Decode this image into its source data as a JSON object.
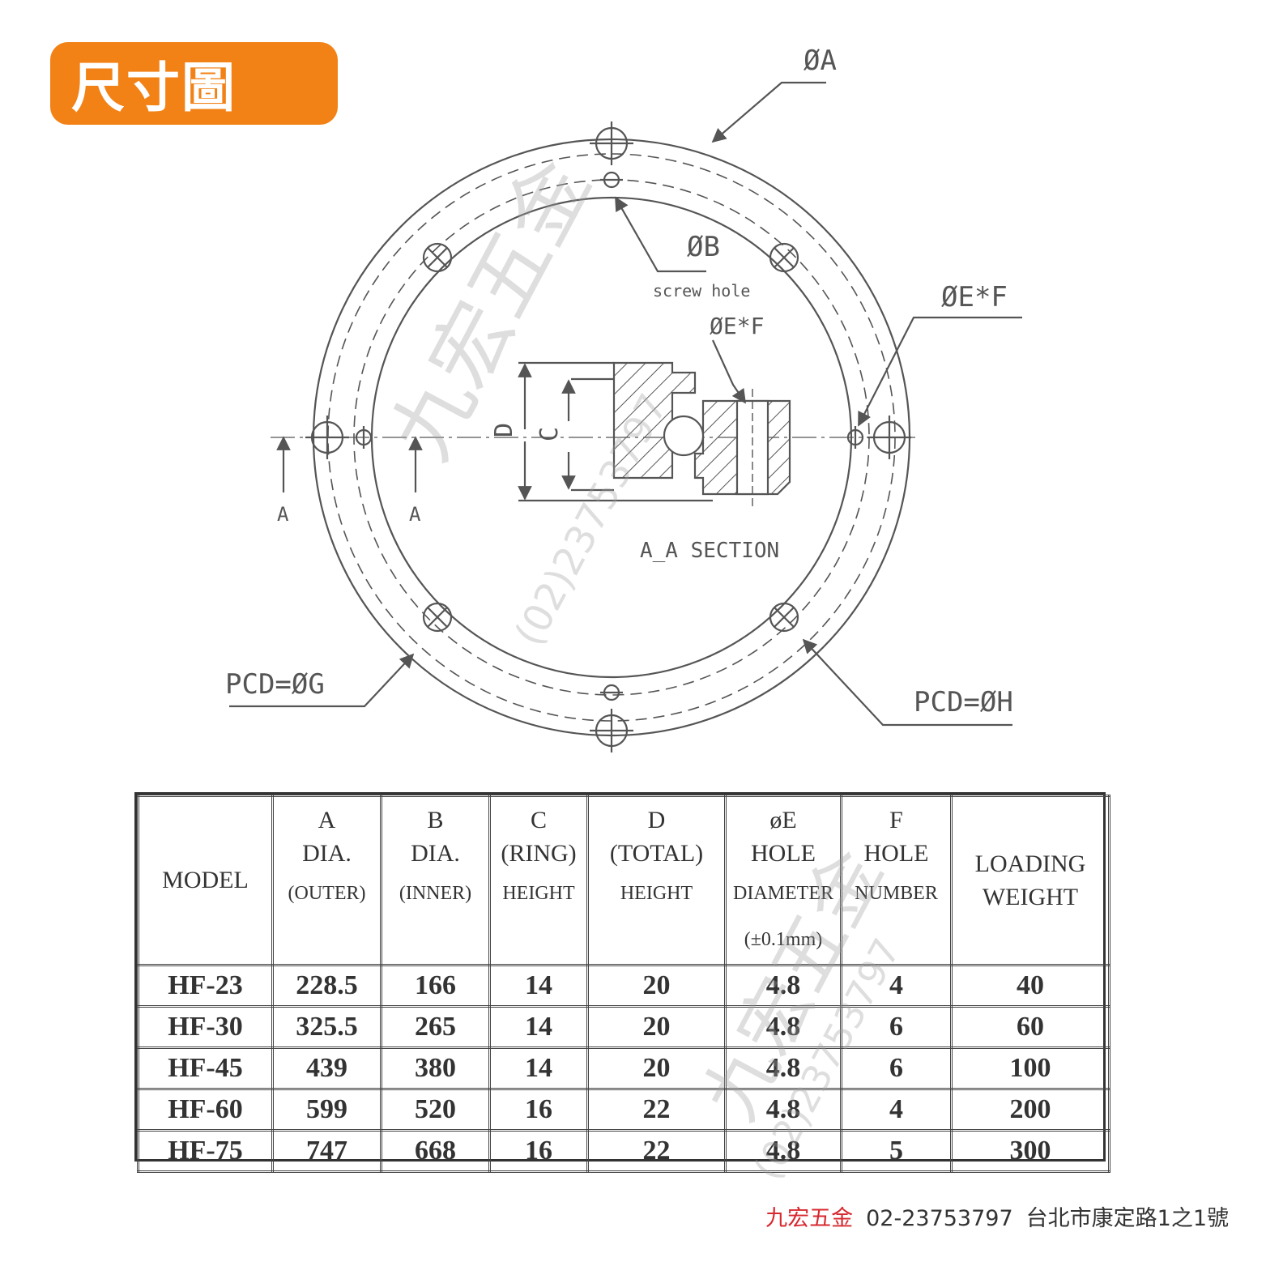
{
  "badge": {
    "title": "尺寸圖"
  },
  "drawing": {
    "label_dia_a": "ØA",
    "label_dia_b": "ØB",
    "label_screw_hole": "screw hole",
    "label_ef_right": "ØE*F",
    "label_ef_section": "ØE*F",
    "label_c": "C",
    "label_d": "D",
    "label_section_left": "A",
    "label_section_right": "A",
    "label_section_title": "A_A SECTION",
    "label_pcd_g": "PCD=ØG",
    "label_pcd_h": "PCD=ØH",
    "line_color": "#555555"
  },
  "table": {
    "headers": [
      {
        "lines": [
          "MODEL"
        ]
      },
      {
        "lines": [
          "A",
          "DIA."
        ],
        "small": [
          "(OUTER)"
        ]
      },
      {
        "lines": [
          "B",
          "DIA."
        ],
        "small": [
          "(INNER)"
        ]
      },
      {
        "lines": [
          "C",
          "(RING)"
        ],
        "small": [
          "HEIGHT"
        ]
      },
      {
        "lines": [
          "D",
          "(TOTAL)"
        ],
        "small": [
          "HEIGHT"
        ]
      },
      {
        "lines": [
          "øE",
          "HOLE"
        ],
        "small": [
          "DIAMETER",
          "(±0.1mm)"
        ]
      },
      {
        "lines": [
          "F",
          "HOLE"
        ],
        "small": [
          "NUMBER"
        ]
      },
      {
        "lines": [
          "LOADING",
          "WEIGHT"
        ]
      }
    ],
    "rows": [
      [
        "HF-23",
        "228.5",
        "166",
        "14",
        "20",
        "4.8",
        "4",
        "40"
      ],
      [
        "HF-30",
        "325.5",
        "265",
        "14",
        "20",
        "4.8",
        "6",
        "60"
      ],
      [
        "HF-45",
        "439",
        "380",
        "14",
        "20",
        "4.8",
        "6",
        "100"
      ],
      [
        "HF-60",
        "599",
        "520",
        "16",
        "22",
        "4.8",
        "4",
        "200"
      ],
      [
        "HF-75",
        "747",
        "668",
        "16",
        "22",
        "4.8",
        "5",
        "300"
      ]
    ]
  },
  "footer": {
    "brand": "九宏五金",
    "phone": "02-23753797",
    "address": "台北市康定路1之1號",
    "brand_color": "#d7282f"
  },
  "watermark": {
    "name": "九宏五金",
    "phone": "(02)23753797"
  }
}
